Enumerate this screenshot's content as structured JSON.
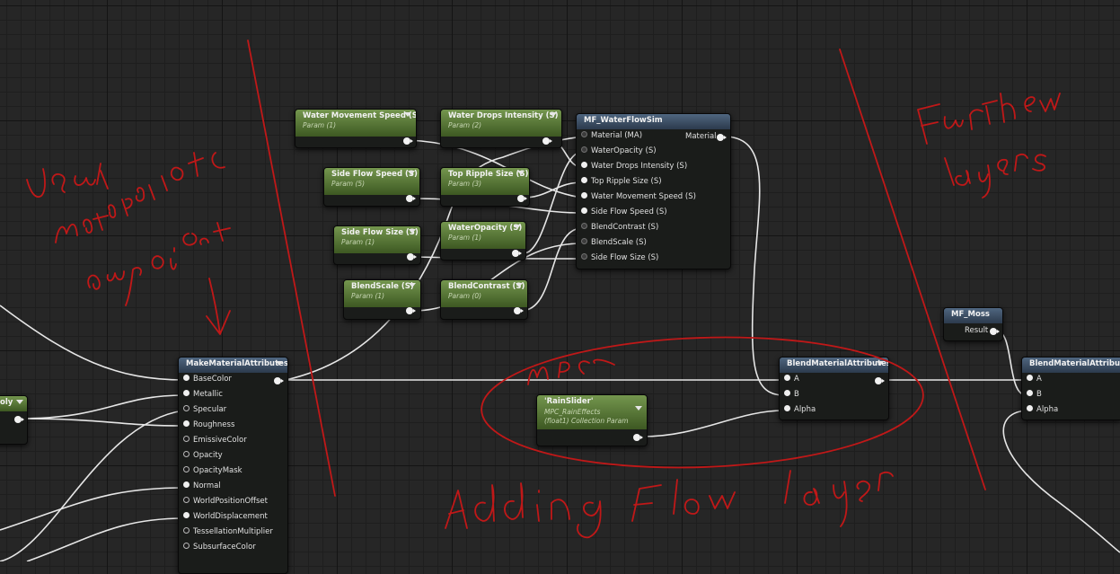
{
  "nodes": {
    "water_movement_speed": {
      "title": "Water Movement Speed (S)",
      "sub": "Param (1)"
    },
    "water_drops_intensity": {
      "title": "Water Drops Intensity (S)",
      "sub": "Param (2)"
    },
    "side_flow_speed": {
      "title": "Side Flow Speed (S)",
      "sub": "Param (5)"
    },
    "top_ripple_size": {
      "title": "Top Ripple Size (S)",
      "sub": "Param (3)"
    },
    "side_flow_size": {
      "title": "Side Flow Size (S)",
      "sub": "Param (1)"
    },
    "water_opacity": {
      "title": "WaterOpacity (S)",
      "sub": "Param (1)"
    },
    "blend_scale": {
      "title": "BlendScale (S)",
      "sub": "Param (1)"
    },
    "blend_contrast": {
      "title": "BlendContrast (S)",
      "sub": "Param (0)"
    },
    "rain_slider": {
      "title": "'RainSlider'",
      "sub1": "MPC_RainEffects",
      "sub2": "(float1) Collection Param"
    },
    "mf_moss": {
      "title": "MF_Moss",
      "output": "Result"
    },
    "partial_left": {
      "title": "oly"
    }
  },
  "water_flow_sim": {
    "title": "MF_WaterFlowSim",
    "output": "Material",
    "inputs": [
      "Material (MA)",
      "WaterOpacity (S)",
      "Water Drops Intensity (S)",
      "Top Ripple Size (S)",
      "Water Movement Speed (S)",
      "Side Flow Speed (S)",
      "BlendContrast (S)",
      "BlendScale (S)",
      "Side Flow Size (S)"
    ]
  },
  "make_material_attributes": {
    "title": "MakeMaterialAttributes",
    "inputs": [
      "BaseColor",
      "Metallic",
      "Specular",
      "Roughness",
      "EmissiveColor",
      "Opacity",
      "OpacityMask",
      "Normal",
      "WorldPositionOffset",
      "WorldDisplacement",
      "TessellationMultiplier",
      "SubsurfaceColor"
    ]
  },
  "blend_1": {
    "title": "BlendMaterialAttributes",
    "inputs": [
      "A",
      "B",
      "Alpha"
    ]
  },
  "blend_2": {
    "title": "BlendMaterialAttributes",
    "inputs": [
      "A",
      "B",
      "Alpha"
    ]
  },
  "colors": {
    "annotation_red": "#c01818",
    "wire": "#e8e8e8",
    "param_header": "#5a7a3a",
    "function_header": "#3e5068"
  }
}
